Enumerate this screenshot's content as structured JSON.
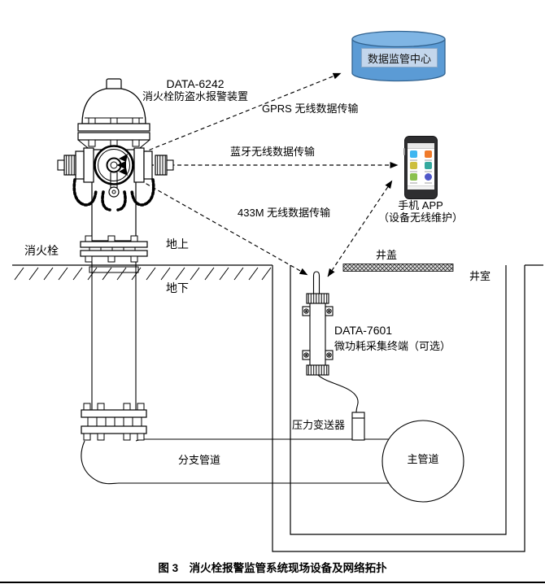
{
  "caption": "图 3　消火栓报警监管系统现场设备及网络拓扑",
  "data_center": {
    "label": "数据监管中心"
  },
  "hydrant_device": {
    "model": "DATA-6242",
    "name": "消火栓防盗水报警装置"
  },
  "links": {
    "gprs": "GPRS 无线数据传输",
    "bluetooth": "蓝牙无线数据传输",
    "radio_433m": "433M 无线数据传输"
  },
  "phone": {
    "title": "手机 APP",
    "subtitle": "（设备无线维护）"
  },
  "collector_device": {
    "model": "DATA-7601",
    "name": "微功耗采集终端（可选）"
  },
  "scene": {
    "hydrant": "消火栓",
    "above_ground": "地上",
    "below_ground": "地下",
    "well_cover": "井盖",
    "well_chamber": "井室",
    "pressure_transmitter": "压力变送器",
    "branch_pipe": "分支管道",
    "main_pipe": "主管道"
  },
  "colors": {
    "cylinder_fill": "#5b9bd5",
    "cylinder_top": "#7fb5e4",
    "cylinder_outline": "#31628f",
    "cylinder_label_bg": "#c3d6ec",
    "phone_body": "#2e2e30",
    "app_icon_colors": [
      "#3fb6f0",
      "#f07b2a",
      "#cdbf3e",
      "#35a99e",
      "#8bc14e",
      "#5058c8"
    ],
    "line_color": "#000000"
  }
}
